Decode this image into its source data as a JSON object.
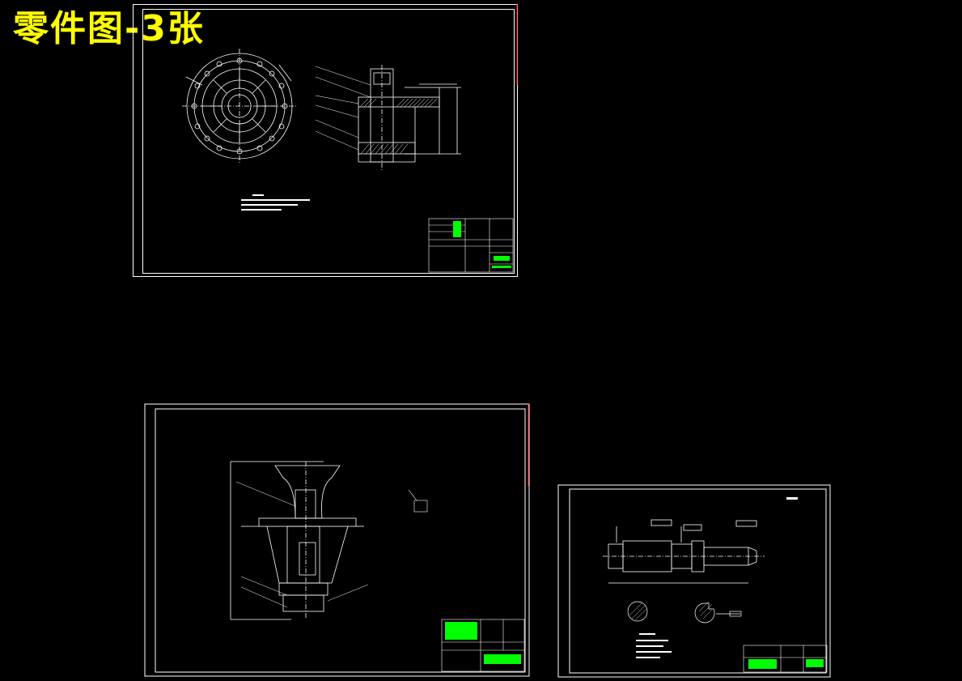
{
  "title": "零件图-3张",
  "colors": {
    "background": "#000000",
    "title": "#ffff00",
    "line": "#ffffff",
    "accent": "#00ff00",
    "border_mark": "#ff0000"
  },
  "sheets": [
    {
      "id": "sheet-1",
      "view": "flange-plan-and-section"
    },
    {
      "id": "sheet-2",
      "view": "assembly-elevation"
    },
    {
      "id": "sheet-3",
      "view": "shaft-detail"
    }
  ]
}
